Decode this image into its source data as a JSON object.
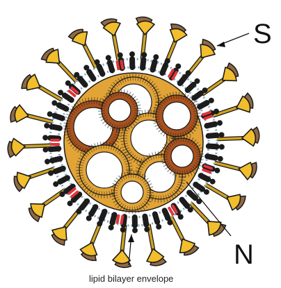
{
  "diagram": {
    "labels": {
      "spike": "S",
      "nucleocapsid": "N",
      "envelope": "lipid bilayer envelope"
    },
    "colors": {
      "spike_head": "#f2be2c",
      "spike_head_shadow": "#8f6a47",
      "spike_stalk": "#d1a323",
      "membrane_protein": "#1c1c1c",
      "envelope_protein": "#e0343a",
      "lipid": "#7ea9c4",
      "capsid_gold": "#e2a437",
      "capsid_brown": "#a8521e",
      "interior": "#ffffff",
      "outline": "#1a1a1a"
    },
    "icons": [
      "spike-protein-icon",
      "membrane-protein-icon",
      "envelope-protein-icon",
      "nucleocapsid-coil-icon"
    ]
  }
}
